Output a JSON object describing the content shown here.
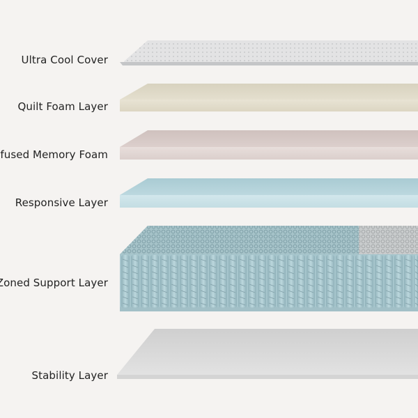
{
  "layers": [
    {
      "name": "Ultra Cool Cover"
    },
    {
      "name": "Quilt Foam Layer"
    },
    {
      "name": "Infused Memory Foam"
    },
    {
      "name": "Responsive Layer"
    },
    {
      "name": "Zoned Support Layer"
    },
    {
      "name": "Stability Layer"
    }
  ],
  "colors": {
    "background": "#f5f3f1",
    "cover": "#d9dadc",
    "quilt_foam": "#e0dac8",
    "memory_foam": "#ddd0cd",
    "responsive": "#c4dde3",
    "coils": "#a9c8cf",
    "stability": "#dededd"
  }
}
